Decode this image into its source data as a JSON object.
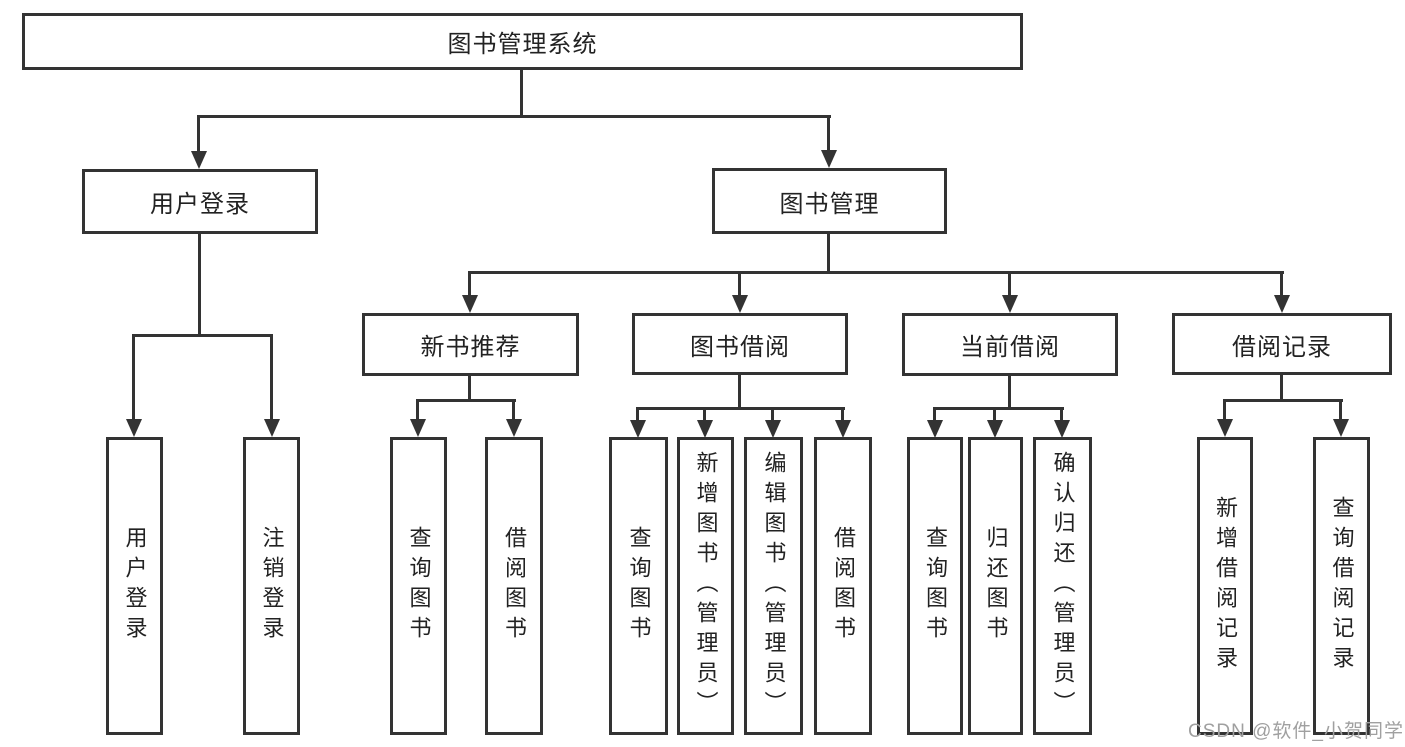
{
  "tree": {
    "label": "图书管理系统",
    "children": [
      {
        "label": "用户登录",
        "children": [
          {
            "label": "用户登录"
          },
          {
            "label": "注销登录"
          }
        ]
      },
      {
        "label": "图书管理",
        "children": [
          {
            "label": "新书推荐",
            "children": [
              {
                "label": "查询图书"
              },
              {
                "label": "借阅图书"
              }
            ]
          },
          {
            "label": "图书借阅",
            "children": [
              {
                "label": "查询图书"
              },
              {
                "label": "新增图书（管理员）"
              },
              {
                "label": "编辑图书（管理员）"
              },
              {
                "label": "借阅图书"
              }
            ]
          },
          {
            "label": "当前借阅",
            "children": [
              {
                "label": "查询图书"
              },
              {
                "label": "归还图书"
              },
              {
                "label": "确认归还（管理员）"
              }
            ]
          },
          {
            "label": "借阅记录",
            "children": [
              {
                "label": "新增借阅记录"
              },
              {
                "label": "查询借阅记录"
              }
            ]
          }
        ]
      }
    ]
  },
  "watermark": {
    "text": "CSDN @软件_小贺同学"
  },
  "colors": {
    "line": "#333333",
    "text": "#222222",
    "watermark": "#a0a0a0",
    "background": "#ffffff"
  }
}
